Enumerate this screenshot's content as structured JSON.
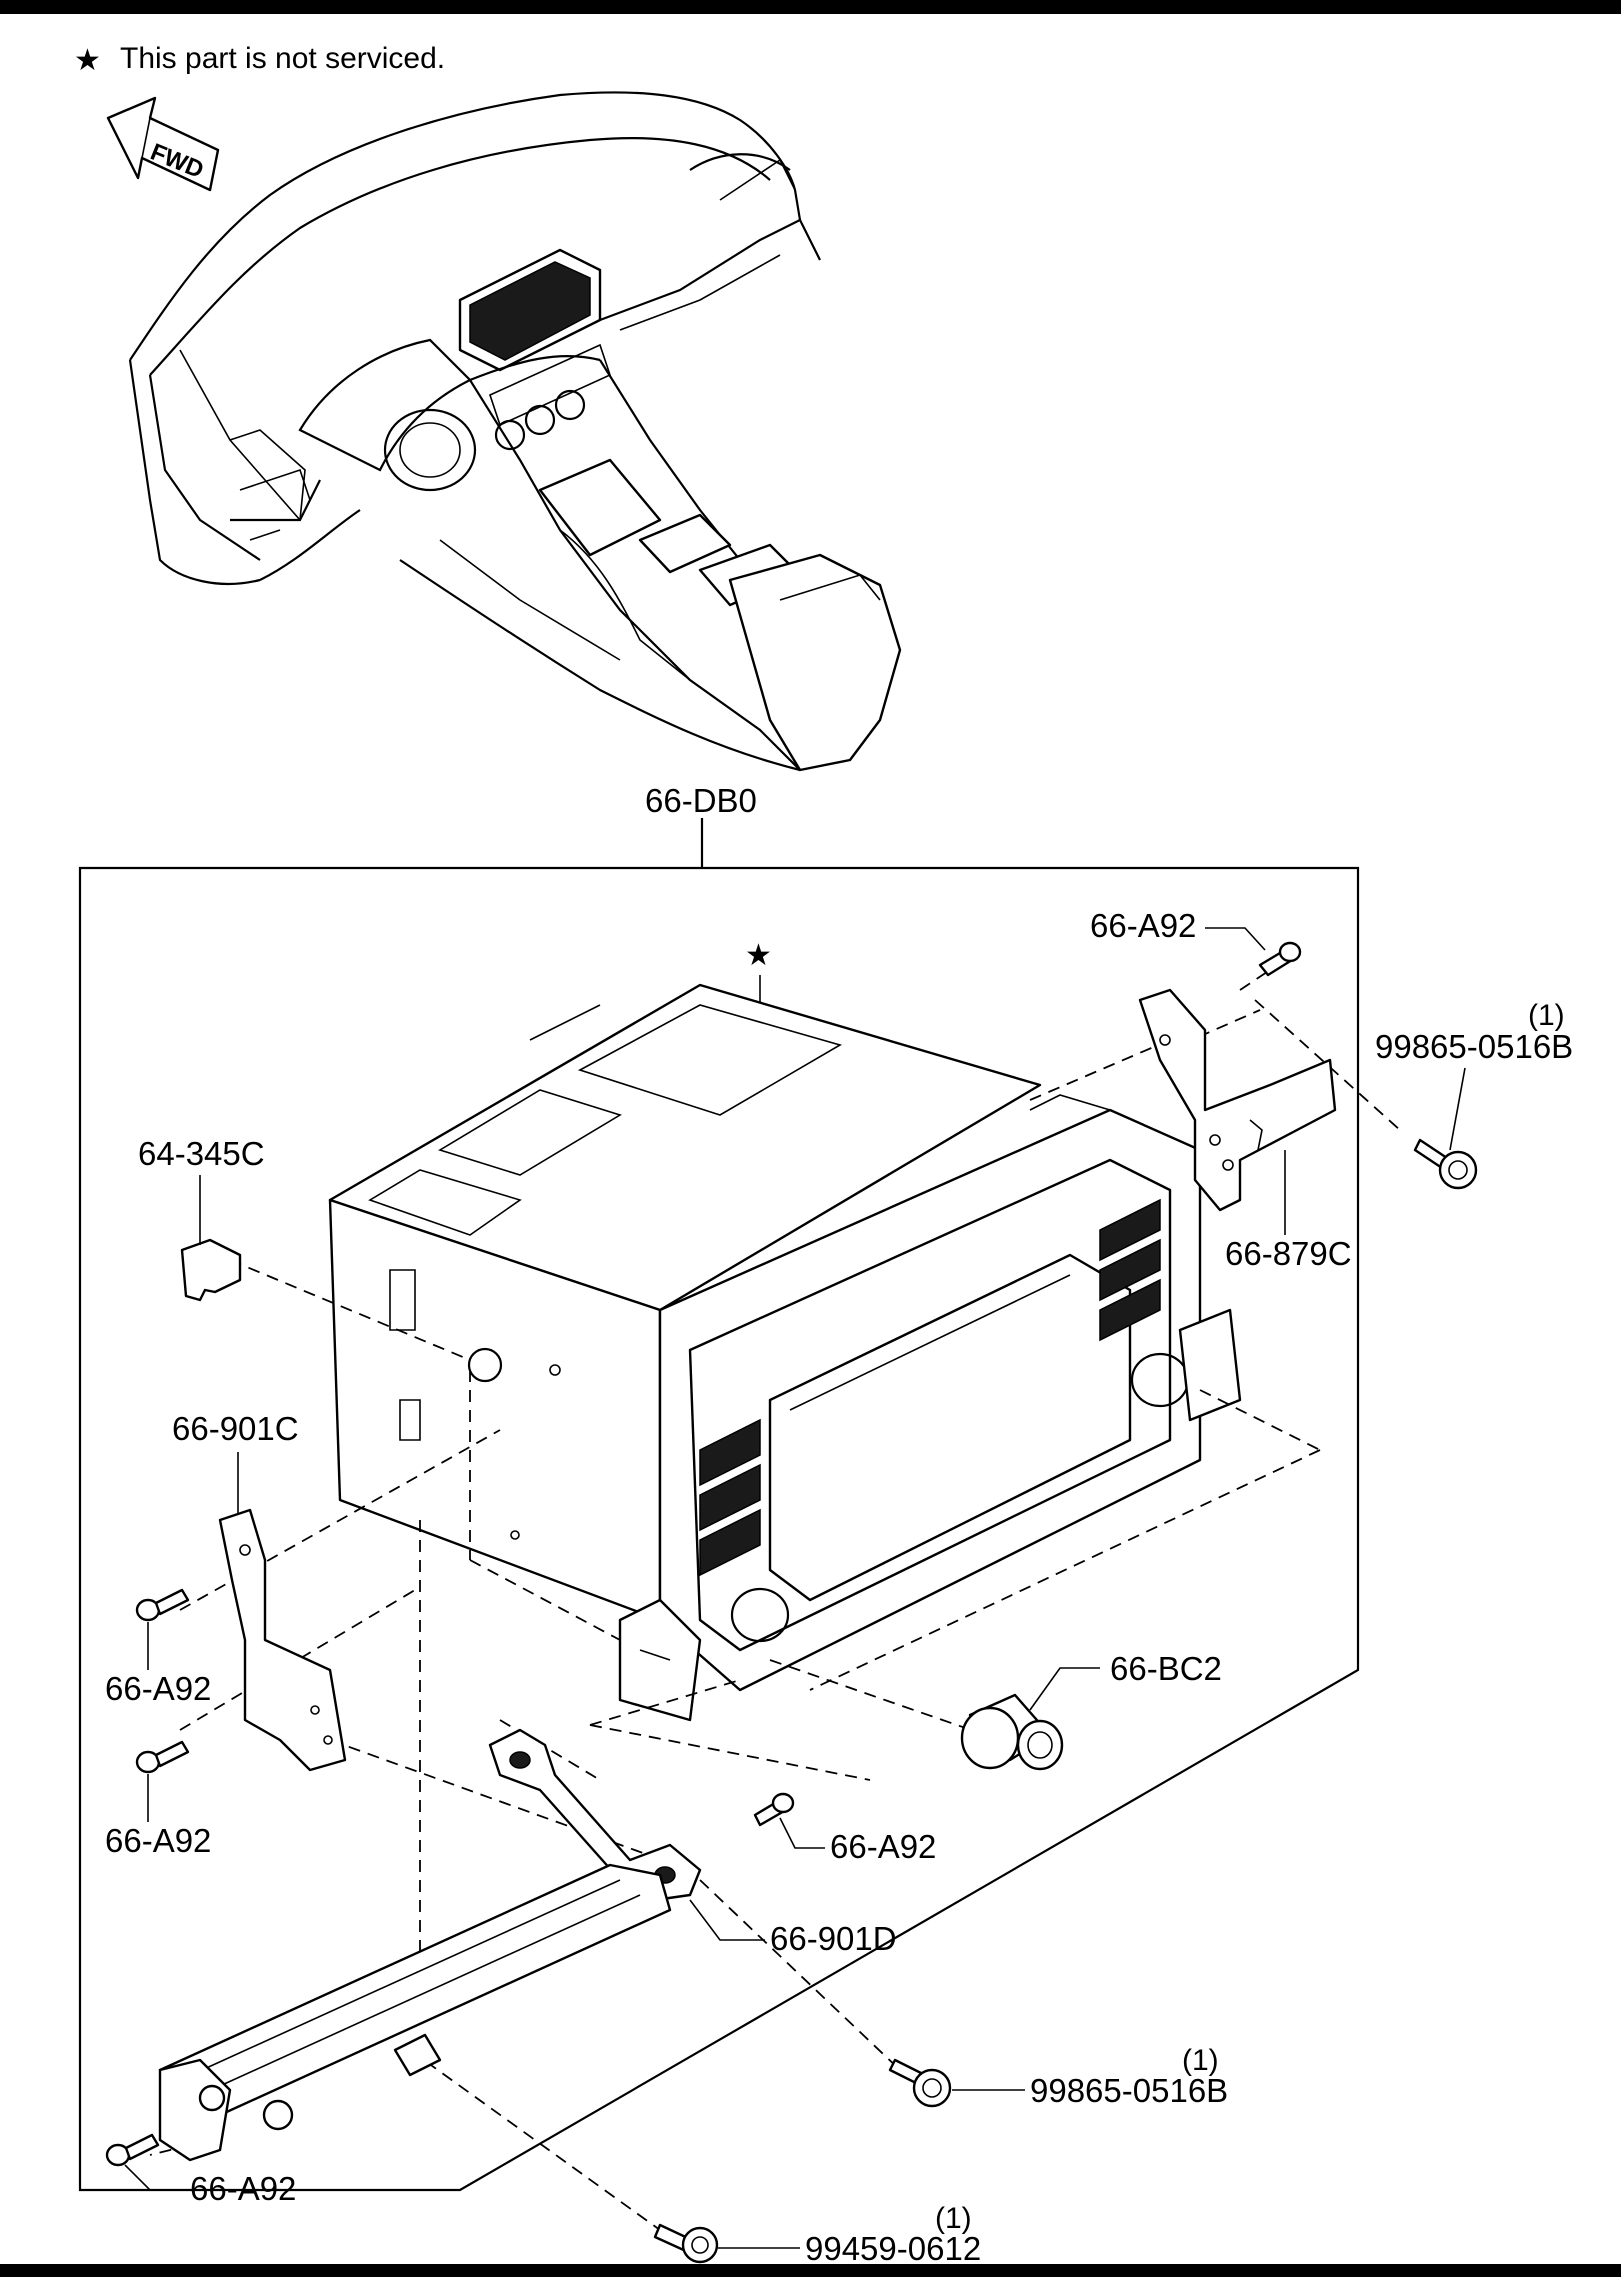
{
  "note": {
    "symbol": "★",
    "text": "This part is not serviced."
  },
  "fwd_label": "FWD",
  "assembly": {
    "id": "66-DB0"
  },
  "not_serviced_marker": "★",
  "callouts": {
    "bolt_top_right": "66-A92",
    "screw_top_right": "99865-0516B",
    "screw_top_right_qty": "(1)",
    "clip_left": "64-345C",
    "bracket_right": "66-879C",
    "bracket_left": "66-901C",
    "bolt_left_upper": "66-A92",
    "bolt_left_lower": "66-A92",
    "knob": "66-BC2",
    "bolt_mid": "66-A92",
    "bracket_lower": "66-901D",
    "screw_bottom_right": "99865-0516B",
    "screw_bottom_right_qty": "(1)",
    "bolt_bottom_left": "66-A92",
    "screw_bottom": "99459-0612",
    "screw_bottom_qty": "(1)"
  },
  "colors": {
    "line": "#000000",
    "background": "#ffffff",
    "display_fill": "#1a1a1a"
  }
}
